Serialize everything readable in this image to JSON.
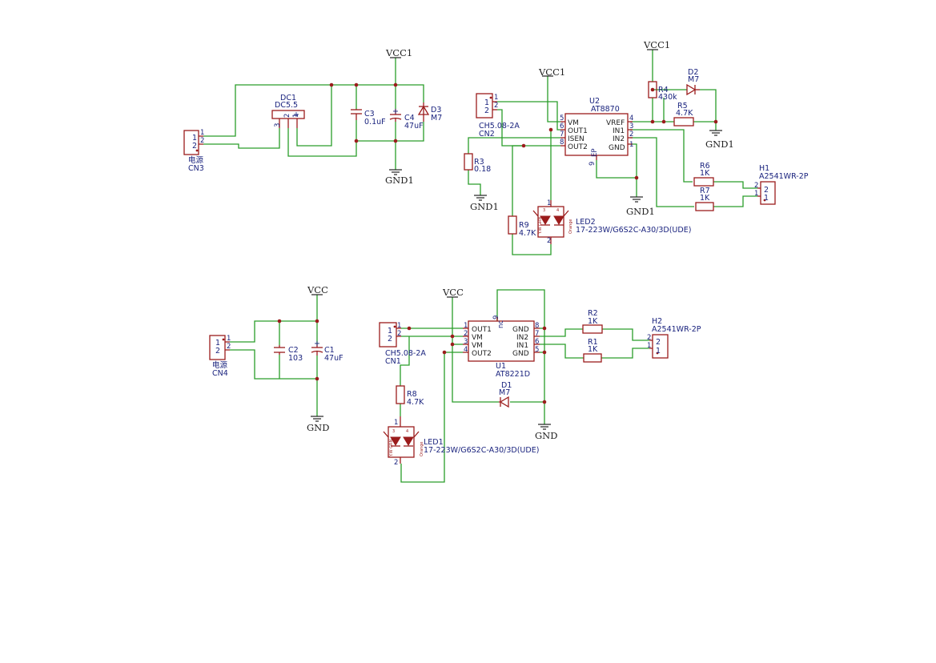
{
  "power": {
    "vcc1_a": "VCC1",
    "gnd1_a": "GND1",
    "vcc1_b": "VCC1",
    "vcc1_c": "VCC1",
    "gnd1_b": "GND1",
    "gnd1_c": "GND1",
    "gnd1_d": "GND1",
    "vcc_a": "VCC",
    "gnd_a": "GND",
    "vcc_b": "VCC",
    "gnd_b": "GND"
  },
  "cn3": {
    "ref": "CN3",
    "value": "电源",
    "pins": [
      "1",
      "2"
    ]
  },
  "dc1": {
    "ref": "DC1",
    "value": "DC5.5",
    "pins": [
      "3",
      "2",
      "1"
    ],
    "plus": "+"
  },
  "c3": {
    "ref": "C3",
    "value": "0.1uF"
  },
  "c4": {
    "ref": "C4",
    "value": "47uF",
    "plus": "+"
  },
  "d3": {
    "ref": "D3",
    "value": "M7"
  },
  "cn2": {
    "ref": "CN2",
    "value": "CH5.08-2A",
    "pins": [
      "1",
      "2"
    ]
  },
  "u2": {
    "ref": "U2",
    "value": "AT8870",
    "left_pins": [
      {
        "num": "5",
        "name": "VM"
      },
      {
        "num": "6",
        "name": "OUT1"
      },
      {
        "num": "7",
        "name": "ISEN"
      },
      {
        "num": "8",
        "name": "OUT2"
      }
    ],
    "right_pins": [
      {
        "num": "4",
        "name": "VREF"
      },
      {
        "num": "3",
        "name": "IN1"
      },
      {
        "num": "2",
        "name": "IN2"
      },
      {
        "num": "1",
        "name": "GND"
      }
    ],
    "ep_num": "9",
    "ep_name": "EP"
  },
  "r3": {
    "ref": "R3",
    "value": "0.18"
  },
  "r4": {
    "ref": "R4",
    "value": "430k"
  },
  "d2": {
    "ref": "D2",
    "value": "M7"
  },
  "r5": {
    "ref": "R5",
    "value": "4.7K"
  },
  "r6": {
    "ref": "R6",
    "value": "1K"
  },
  "r7": {
    "ref": "R7",
    "value": "1K"
  },
  "h1": {
    "ref": "H1",
    "value": "A2541WR-2P",
    "pins": [
      "2",
      "1"
    ]
  },
  "r9": {
    "ref": "R9",
    "value": "4.7K"
  },
  "led2": {
    "ref": "LED2",
    "value": "17-223W/G6S2C-A30/3D(UDE)",
    "pins": [
      "1",
      "2",
      "3",
      "4"
    ],
    "colors": [
      "Y.W GRN",
      "Orange"
    ]
  },
  "cn4": {
    "ref": "CN4",
    "value": "电源",
    "pins": [
      "1",
      "2"
    ]
  },
  "c2": {
    "ref": "C2",
    "value": "103"
  },
  "c1": {
    "ref": "C1",
    "value": "47uF",
    "plus": "+"
  },
  "cn1": {
    "ref": "CN1",
    "value": "CH5.08-2A",
    "pins": [
      "1",
      "2"
    ]
  },
  "u1": {
    "ref": "U1",
    "value": "AT8221D",
    "left_pins": [
      {
        "num": "1",
        "name": "OUT1"
      },
      {
        "num": "2",
        "name": "VM"
      },
      {
        "num": "3",
        "name": "VM"
      },
      {
        "num": "4",
        "name": "OUT2"
      }
    ],
    "right_pins": [
      {
        "num": "8",
        "name": "GND"
      },
      {
        "num": "7",
        "name": "IN2"
      },
      {
        "num": "6",
        "name": "IN1"
      },
      {
        "num": "5",
        "name": "GND"
      }
    ],
    "nc_num": "9",
    "nc_name": "nc"
  },
  "r2": {
    "ref": "R2",
    "value": "1K"
  },
  "r1": {
    "ref": "R1",
    "value": "1K"
  },
  "h2": {
    "ref": "H2",
    "value": "A2541WR-2P",
    "pins": [
      "2",
      "1"
    ]
  },
  "d1": {
    "ref": "D1",
    "value": "M7"
  },
  "r8": {
    "ref": "R8",
    "value": "4.7K"
  },
  "led1": {
    "ref": "LED1",
    "value": "17-223W/G6S2C-A30/3D(UDE)",
    "pins": [
      "1",
      "2",
      "3",
      "4"
    ],
    "colors": [
      "Y.W GRN",
      "Orange"
    ]
  }
}
